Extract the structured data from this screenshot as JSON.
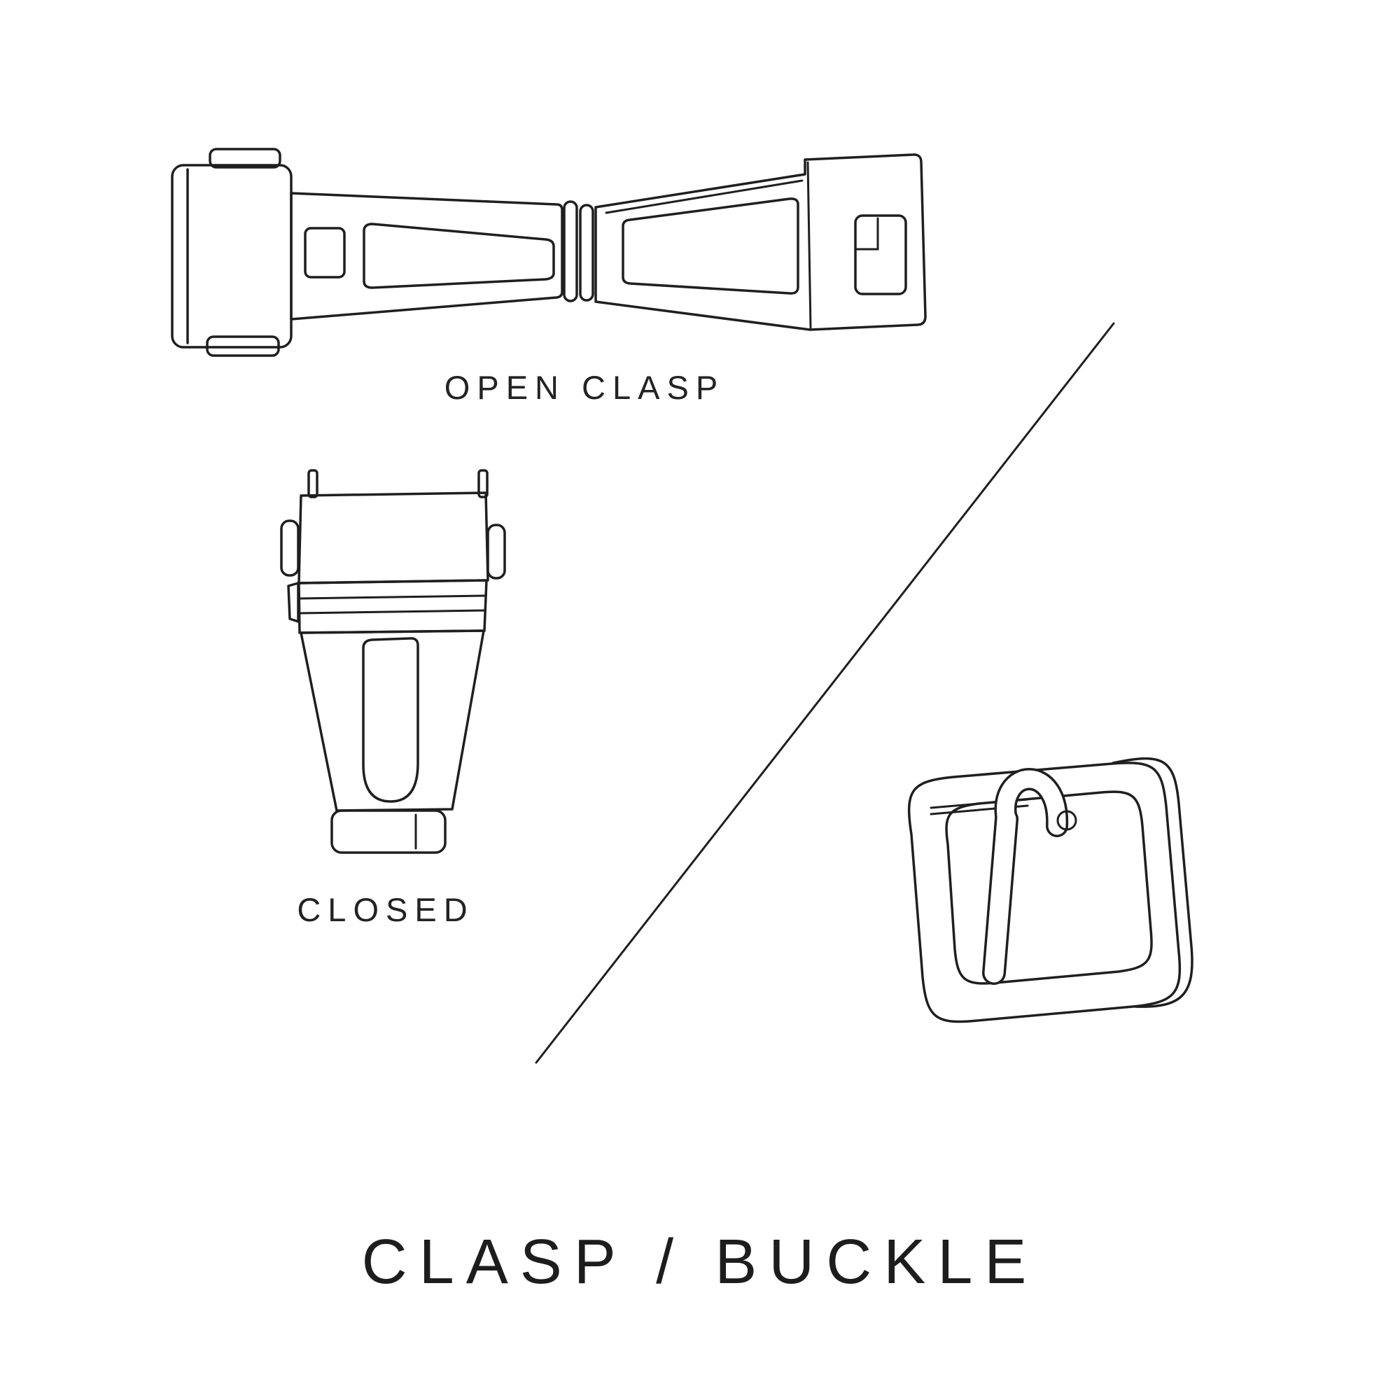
{
  "title": "CLASP / BUCKLE",
  "labels": {
    "open_clasp": "OPEN CLASP",
    "closed": "CLOSED"
  },
  "colors": {
    "background": "#ffffff",
    "line": "#1f1f1f",
    "text": "#232323"
  },
  "illustrations": [
    {
      "name": "open-clasp-illustration",
      "caption": "OPEN CLASP"
    },
    {
      "name": "closed-clasp-illustration",
      "caption": "CLOSED"
    },
    {
      "name": "buckle-illustration",
      "caption": ""
    }
  ]
}
